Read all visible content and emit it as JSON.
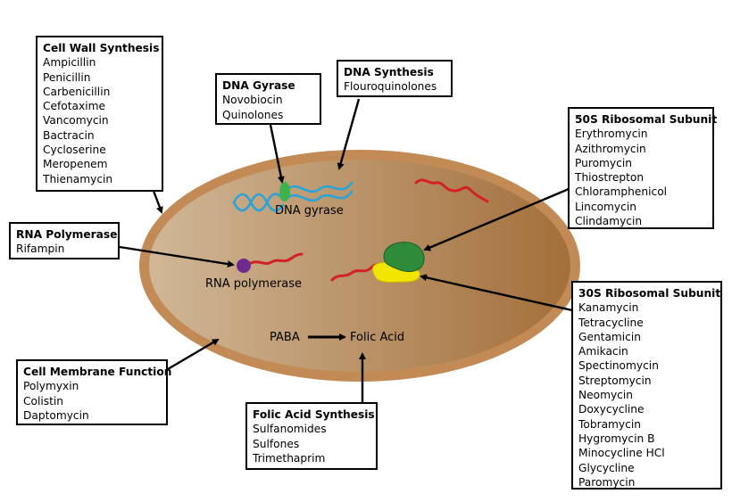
{
  "colors": {
    "cell_outer": "#c28a55",
    "cell_inner_left": "#d0b797",
    "cell_inner_right": "#a36f3a",
    "dna": "#2aa3d9",
    "gyrase": "#3cb44a",
    "mrna": "#d32027",
    "polymerase": "#6e2a8e",
    "ribosome_50s": "#2e8b3a",
    "ribosome_30s": "#f2e600"
  },
  "boxes": {
    "cell_wall": {
      "title": "Cell Wall Synthesis",
      "items": [
        "Ampicillin",
        "Penicillin",
        "Carbenicillin",
        "Cefotaxime",
        "Vancomycin",
        "Bactracin",
        "Cycloserine",
        "Meropenem",
        "Thienamycin"
      ]
    },
    "dna_gyrase": {
      "title": "DNA Gyrase",
      "items": [
        "Novobiocin",
        "Quinolones"
      ]
    },
    "dna_synthesis": {
      "title": "DNA Synthesis",
      "items": [
        "Flouroquinolones"
      ]
    },
    "ribosome_50s": {
      "title": "50S Ribosomal Subunit",
      "items": [
        "Erythromycin",
        "Azithromycin",
        "Puromycin",
        "Thiostrepton",
        "Chloramphenicol",
        "Lincomycin",
        "Clindamycin"
      ]
    },
    "rna_polymerase": {
      "title": "RNA Polymerase",
      "items": [
        "Rifampin"
      ]
    },
    "ribosome_30s": {
      "title": "30S Ribosomal Subunit",
      "items": [
        "Kanamycin",
        "Tetracycline",
        "Gentamicin",
        "Amikacin",
        "Spectinomycin",
        "Streptomycin",
        "Neomycin",
        "Doxycycline",
        "Tobramycin",
        "Hygromycin B",
        "Minocycline HCl",
        "Glycycline",
        "Paromycin"
      ]
    },
    "cell_membrane": {
      "title": "Cell Membrane Function",
      "items": [
        "Polymyxin",
        "Colistin",
        "Daptomycin"
      ]
    },
    "folic_acid": {
      "title": "Folic Acid Synthesis",
      "items": [
        "Sulfanomides",
        "Sulfones",
        "Trimethaprim"
      ]
    }
  },
  "labels": {
    "dna_gyrase": "DNA gyrase",
    "rna_polymerase": "RNA polymerase",
    "paba": "PABA",
    "folic_acid": "Folic Acid"
  }
}
